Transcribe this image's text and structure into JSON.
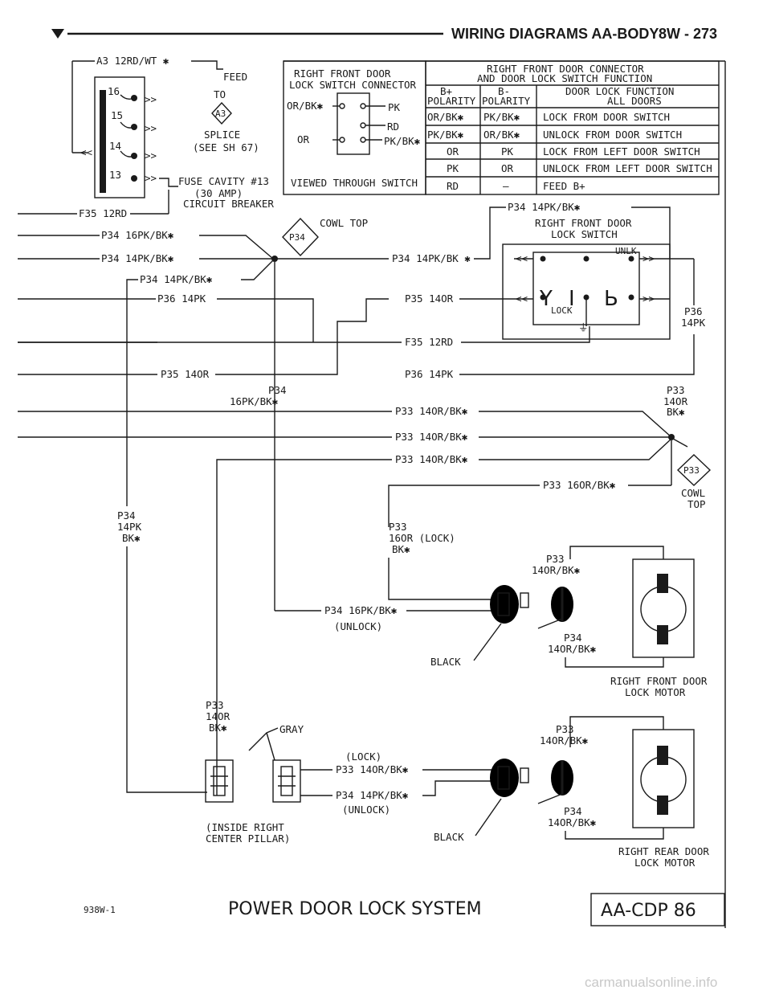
{
  "header": {
    "title": "WIRING DIAGRAMS AA-BODY",
    "page": "8W - 273"
  },
  "splice": {
    "wire": "A3 12RD/WT ✱",
    "feed": "FEED",
    "to": "TO",
    "tag": "A3",
    "splice": "SPLICE",
    "see": "(SEE SH 67)",
    "pins": [
      "16",
      "15",
      "14",
      "13"
    ],
    "fuse1": "FUSE CAVITY #13",
    "fuse2": "(30 AMP)",
    "fuse3": "CIRCUIT BREAKER",
    "f35": "F35 12RD"
  },
  "switch_connector": {
    "title1": "RIGHT FRONT DOOR",
    "title2": "LOCK SWITCH CONNECTOR",
    "orbk": "OR/BK✱",
    "pk": "PK",
    "rd": "RD",
    "or": "OR",
    "pkbk": "PK/BK✱",
    "viewed": "VIEWED THROUGH SWITCH"
  },
  "function_table": {
    "title1": "RIGHT FRONT DOOR CONNECTOR",
    "title2": "AND DOOR LOCK SWITCH FUNCTION",
    "headers": [
      [
        "B+",
        "POLARITY"
      ],
      [
        "B-",
        "POLARITY"
      ],
      [
        "DOOR LOCK FUNCTION",
        "ALL DOORS"
      ]
    ],
    "rows": [
      [
        "OR/BK✱",
        "PK/BK✱",
        "LOCK FROM DOOR SWITCH"
      ],
      [
        "PK/BK✱",
        "OR/BK✱",
        "UNLOCK FROM DOOR SWITCH"
      ],
      [
        "OR",
        "PK",
        "LOCK FROM LEFT DOOR SWITCH"
      ],
      [
        "PK",
        "OR",
        "UNLOCK FROM LEFT DOOR SWITCH"
      ],
      [
        "RD",
        "—",
        "FEED B+"
      ]
    ]
  },
  "left_wires": {
    "w1": "P34 16PK/BK✱",
    "w2": "P34 14PK/BK✱",
    "w3": "P34 14PK/BK✱",
    "w4": "P36 14PK",
    "w5": "P35 14OR",
    "cowl": "COWL TOP",
    "cowl_tag": "P34"
  },
  "right_wires": {
    "p34": "P34 14PK/BK ✱",
    "p35": "P35 14OR",
    "f35": "F35 12RD",
    "p36": "P36 14PK",
    "p34top": "P34 14PK/BK✱",
    "switch1": "RIGHT FRONT DOOR",
    "switch2": "LOCK SWITCH",
    "unlk": "UNLK",
    "lock": "LOCK",
    "p36r": "P36",
    "p36r2": "14PK"
  },
  "mid": {
    "p34a": "P34",
    "p34b": "16PK/BK✱",
    "p33r1": "P33",
    "p33r2": "14OR",
    "p33r3": "BK✱",
    "p33_1": "P33 14OR/BK✱",
    "p33_2": "P33 14OR/BK✱",
    "p33_3": "P33 14OR/BK✱",
    "p33_16": "P33 16OR/BK✱",
    "cowl_tag": "P33",
    "cowl1": "COWL",
    "cowl2": "TOP"
  },
  "front_motor": {
    "p34a": "P34",
    "p34b": "14PK",
    "p34c": "BK✱",
    "p33a": "P33",
    "p33b": "16OR (LOCK)",
    "p33c": "BK✱",
    "p33m1": "P33",
    "p33m2": "14OR/BK✱",
    "p34u": "P34 16PK/BK✱",
    "unlock": "(UNLOCK)",
    "black": "BLACK",
    "p34m1": "P34",
    "p34m2": "14OR/BK✱",
    "label1": "RIGHT FRONT DOOR",
    "label2": "LOCK MOTOR"
  },
  "rear_motor": {
    "p33a": "P33",
    "p33b": "14OR",
    "p33c": "BK✱",
    "gray": "GRAY",
    "lock": "(LOCK)",
    "p33w": "P33 14OR/BK✱",
    "p34w": "P34 14PK/BK✱",
    "unlock": "(UNLOCK)",
    "inside1": "(INSIDE RIGHT",
    "inside2": "CENTER PILLAR)",
    "p33m1": "P33",
    "p33m2": "14OR/BK✱",
    "black": "BLACK",
    "p34m1": "P34",
    "p34m2": "14OR/BK✱",
    "label1": "RIGHT REAR DOOR",
    "label2": "LOCK MOTOR"
  },
  "footer": {
    "code": "938W-1",
    "title": "POWER DOOR LOCK SYSTEM",
    "ref": "AA-CDP 86"
  },
  "watermark": "carmanualsonline.info"
}
